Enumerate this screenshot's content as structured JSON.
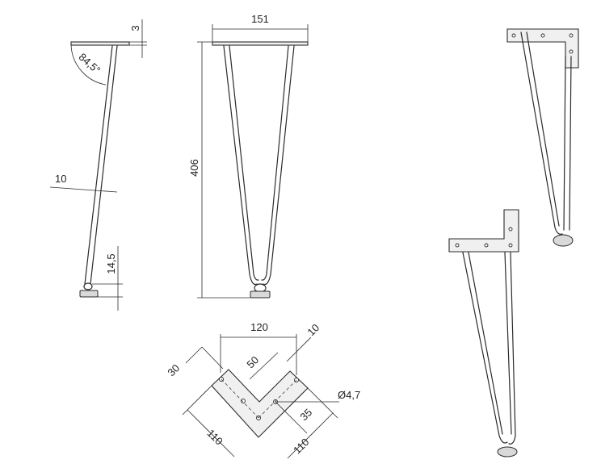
{
  "dimensions": {
    "plate_thickness": "3",
    "leg_angle": "84,5°",
    "rod_diameter": "10",
    "foot_height": "14,5",
    "top_width": "151",
    "leg_height": "406",
    "plate_span": "120",
    "plate_arm_width": "30",
    "plate_bar_offset": "10",
    "hole_spacing": "50",
    "hole_diameter": "Ø4,7",
    "hole_offset": "35",
    "arm_length_left": "110",
    "arm_length_right": "110"
  }
}
